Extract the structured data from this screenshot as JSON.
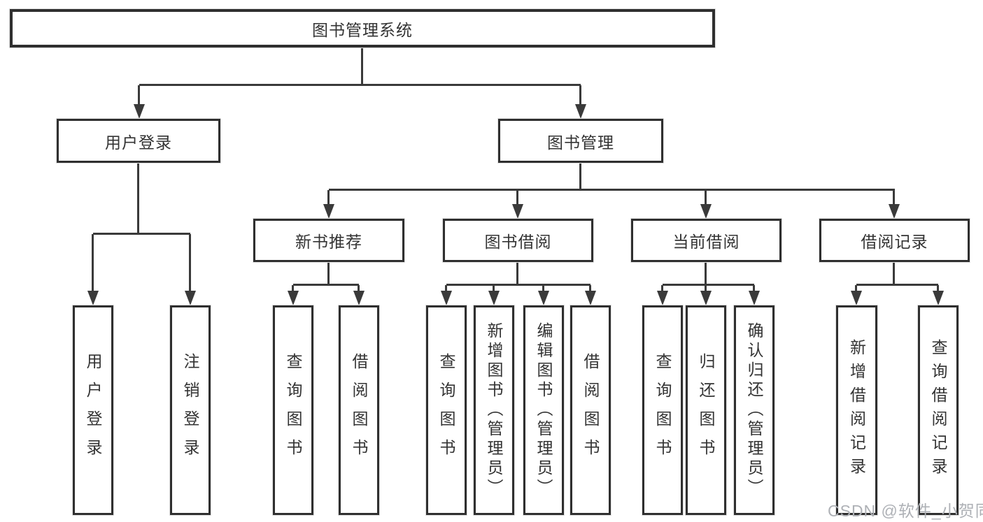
{
  "diagram": {
    "root": {
      "label": "图书管理系统"
    },
    "branches": [
      {
        "label": "用户登录",
        "children": [
          {
            "label": "用户登录"
          },
          {
            "label": "注销登录"
          }
        ]
      },
      {
        "label": "图书管理",
        "children": [
          {
            "label": "新书推荐",
            "children": [
              {
                "label": "查询图书"
              },
              {
                "label": "借阅图书"
              }
            ]
          },
          {
            "label": "图书借阅",
            "children": [
              {
                "label": "查询图书"
              },
              {
                "label": "新增图书（管理员）"
              },
              {
                "label": "编辑图书（管理员）"
              },
              {
                "label": "借阅图书"
              }
            ]
          },
          {
            "label": "当前借阅",
            "children": [
              {
                "label": "查询图书"
              },
              {
                "label": "归还图书"
              },
              {
                "label": "确认归还（管理员）"
              }
            ]
          },
          {
            "label": "借阅记录",
            "children": [
              {
                "label": "新增借阅记录"
              },
              {
                "label": "查询借阅记录"
              }
            ]
          }
        ]
      }
    ],
    "watermark": "CSDN @软件_小贺同学",
    "colors": {
      "border": "#2f2f2f",
      "line": "#3a3a3a",
      "text": "#333333",
      "watermark": "#aeb1b6",
      "background": "#ffffff"
    }
  }
}
